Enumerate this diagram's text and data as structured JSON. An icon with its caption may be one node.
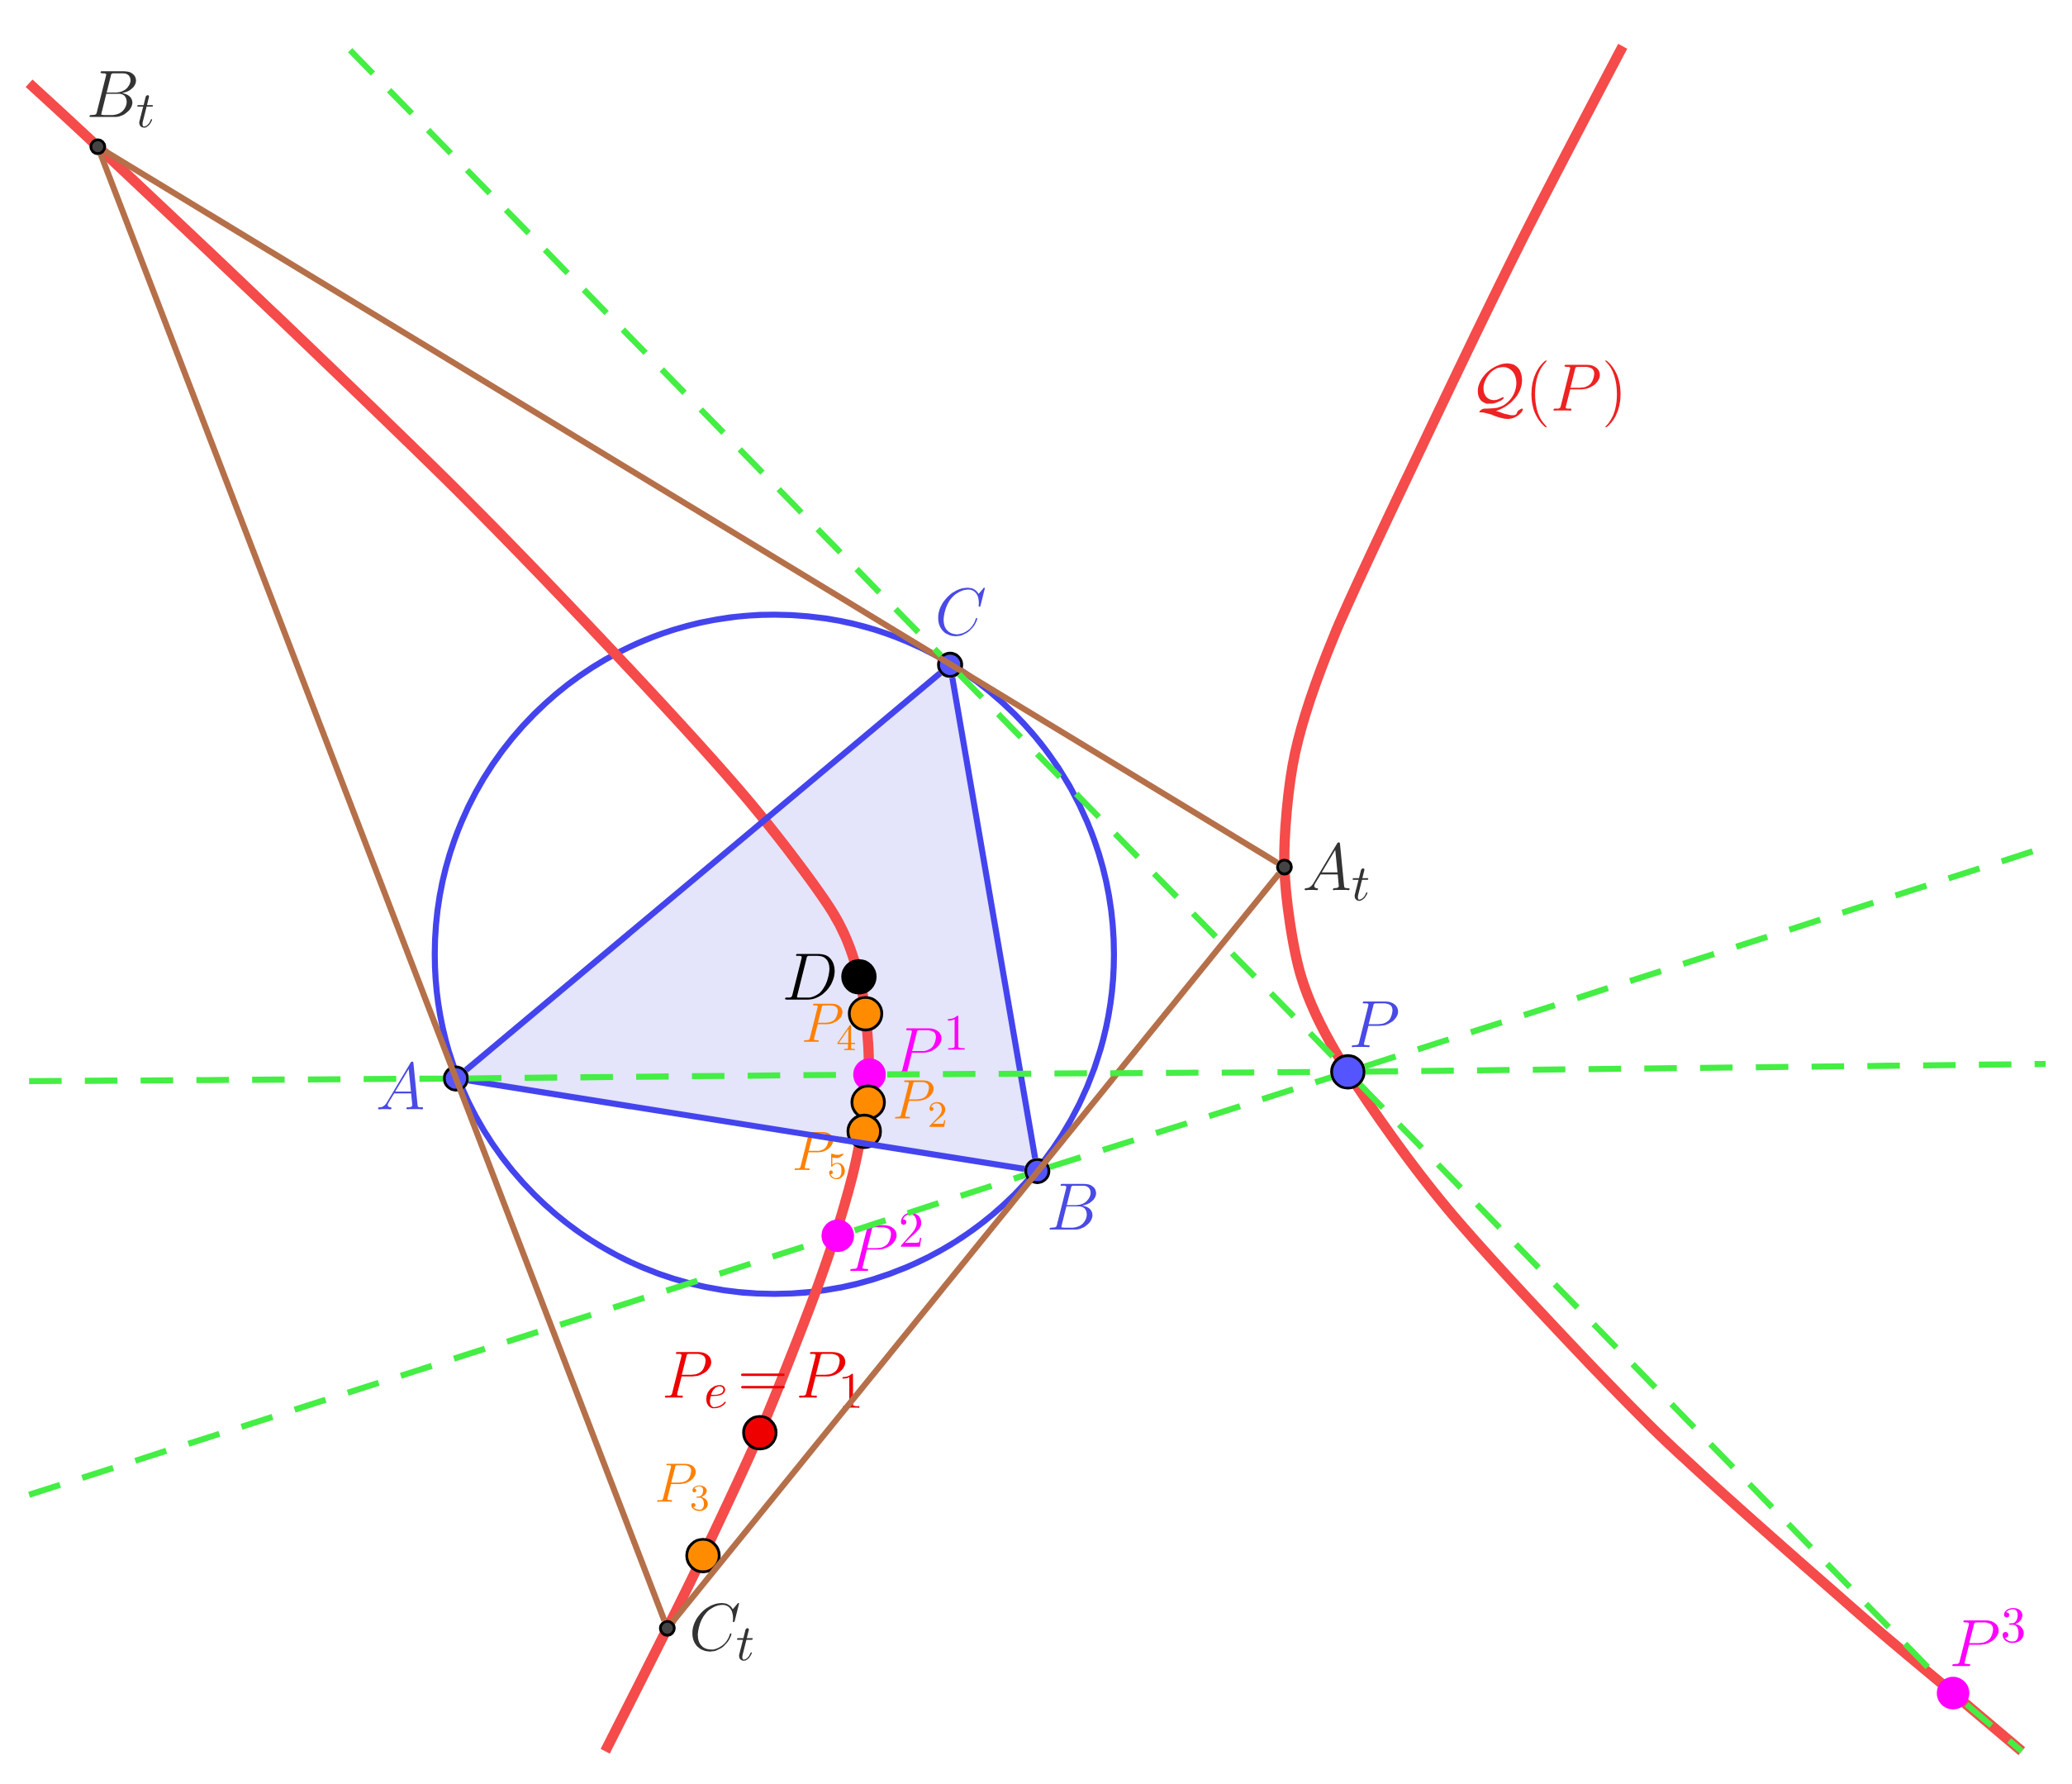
{
  "diagram": {
    "nodes": [
      {
        "text": [],
        "shape": "circle",
        "beside": [
          "B_t"
        ]
      },
      {
        "text": [],
        "shape": "circle",
        "beside": [
          "C"
        ]
      },
      {
        "text": [],
        "shape": "circle",
        "beside": [
          "A_t"
        ]
      },
      {
        "text": [],
        "shape": "circle",
        "beside": [
          "D"
        ]
      },
      {
        "text": [],
        "shape": "circle",
        "beside": [
          "P_4"
        ]
      },
      {
        "text": [],
        "shape": "circle",
        "beside": [
          "P"
        ]
      },
      {
        "text": [],
        "shape": "circle",
        "beside": [
          "P^1"
        ]
      },
      {
        "text": [],
        "shape": "circle",
        "beside": [
          "A"
        ]
      },
      {
        "text": [],
        "shape": "circle",
        "beside": [
          "P_2"
        ]
      },
      {
        "text": [],
        "shape": "circle",
        "beside": [
          "P_5"
        ]
      },
      {
        "text": [],
        "shape": "circle",
        "beside": [
          "B"
        ]
      },
      {
        "text": [],
        "shape": "circle",
        "beside": [
          "P^2"
        ]
      },
      {
        "text": [],
        "shape": "circle",
        "beside": [
          "P_e\\!=\\!P_1"
        ]
      },
      {
        "text": [],
        "shape": "circle",
        "beside": [
          "P_3"
        ]
      },
      {
        "text": [],
        "shape": "circle",
        "beside": [
          "C_t"
        ]
      },
      {
        "text": [],
        "shape": "circle",
        "beside": [
          "P^3"
        ]
      }
    ],
    "edges": [
      {
        "from": 7,
        "to": 10,
        "arrow": "none",
        "color": "#4444ee"
      },
      {
        "from": 10,
        "to": 1,
        "arrow": "none",
        "color": "#4444ee"
      },
      {
        "from": 1,
        "to": 7,
        "arrow": "none",
        "color": "#4444ee"
      },
      {
        "from": 0,
        "to": 2,
        "arrow": "none",
        "color": "#b5704a"
      },
      {
        "from": 0,
        "to": 14,
        "arrow": "none",
        "color": "#b5704a"
      },
      {
        "from": 2,
        "to": 14,
        "arrow": "none",
        "color": "#b5704a"
      },
      {
        "from": null,
        "to": 7,
        "arrow": "none",
        "style": "dashed",
        "color": "#44ee44"
      },
      {
        "from": 7,
        "to": 6,
        "arrow": "none",
        "style": "dashed",
        "color": "#44ee44"
      },
      {
        "from": 6,
        "to": 5,
        "arrow": "none",
        "style": "dashed",
        "color": "#44ee44"
      },
      {
        "from": 5,
        "to": null,
        "arrow": "none",
        "style": "dashed",
        "color": "#44ee44"
      },
      {
        "from": null,
        "to": 11,
        "arrow": "none",
        "style": "dashed",
        "color": "#44ee44"
      },
      {
        "from": 11,
        "to": 10,
        "arrow": "none",
        "style": "dashed",
        "color": "#44ee44"
      },
      {
        "from": 10,
        "to": 5,
        "arrow": "none",
        "style": "dashed",
        "color": "#44ee44"
      },
      {
        "from": 5,
        "to": null,
        "arrow": "none",
        "style": "dashed",
        "color": "#44ee44"
      },
      {
        "from": null,
        "to": 1,
        "arrow": "none",
        "style": "dashed",
        "color": "#44ee44"
      },
      {
        "from": 1,
        "to": 5,
        "arrow": "none",
        "style": "dashed",
        "color": "#44ee44"
      },
      {
        "from": 5,
        "to": 15,
        "arrow": "none",
        "style": "dashed",
        "color": "#44ee44"
      },
      {
        "from": 15,
        "to": null,
        "arrow": "none",
        "style": "dashed",
        "color": "#44ee44"
      }
    ],
    "labels": [
      "\\mathcal{Q}(P)"
    ]
  }
}
